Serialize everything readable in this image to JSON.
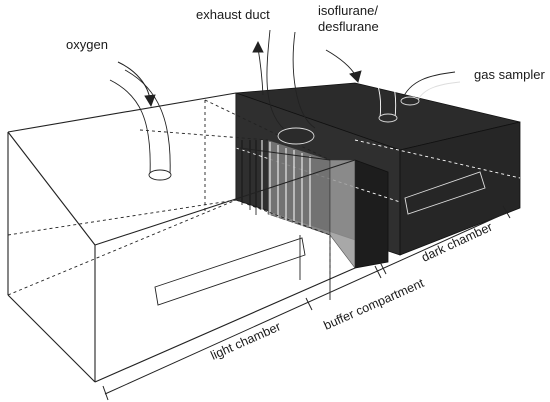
{
  "labels": {
    "oxygen": "oxygen",
    "exhaust_duct": "exhaust duct",
    "isoflurane_line1": "isoflurane/",
    "isoflurane_line2": "desflurane",
    "gas_sampler": "gas sampler",
    "dark_chamber": "dark chamber",
    "buffer_compartment": "buffer compartment",
    "light_chamber": "light chamber"
  },
  "colors": {
    "dark_chamber_top": "#2b2b2b",
    "dark_chamber_front": "#2f2f2f",
    "dark_chamber_side": "#262626",
    "buffer_grey": "#7a7a7a",
    "line": "#222222"
  }
}
